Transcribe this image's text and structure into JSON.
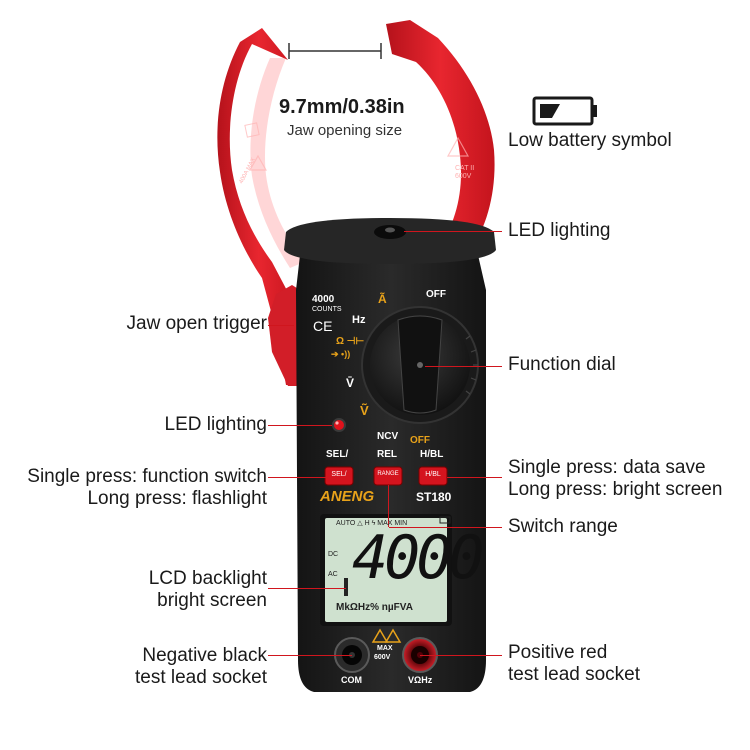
{
  "jaw": {
    "size": "9.7mm/0.38in",
    "caption": "Jaw opening size",
    "warn_right_line1": "CAT II",
    "warn_right_line2": "600V",
    "warn_left": "400A MAX"
  },
  "callouts": {
    "low_battery": "Low battery symbol",
    "led_top": "LED lighting",
    "jaw_trigger": "Jaw open trigger",
    "function_dial": "Function dial",
    "led_left": "LED lighting",
    "sel_line1": "Single press: function switch",
    "sel_line2": "Long press: flashlight",
    "hbl_line1": "Single press: data save",
    "hbl_line2": "Long press: bright screen",
    "switch_range": "Switch range",
    "lcd_line1": "LCD backlight",
    "lcd_line2": "bright screen",
    "neg_line1": "Negative black",
    "neg_line2": "test lead socket",
    "pos_line1": "Positive red",
    "pos_line2": "test lead socket"
  },
  "device": {
    "counts": "4000",
    "counts_label": "COUNTS",
    "ce": "CE",
    "dial_labels": {
      "off_top": "OFF",
      "amp": "Ã",
      "hz": "Hz",
      "ohm": "Ω ⊣⊢",
      "diode": "➔ •))",
      "dcv": "V̄",
      "acv": "Ṽ",
      "ncv": "NCV",
      "off_bottom": "OFF"
    },
    "btn_sel_label": "SEL/",
    "btn_rel_label": "REL",
    "btn_hbl_label": "H/BL",
    "btn_sel_text": "SEL/",
    "btn_rel_text": "RANGE",
    "btn_hbl_text": "H/BL",
    "brand": "ANENG",
    "model": "ST180",
    "lcd": {
      "top_row": "AUTO △ H ϟ MAX MIN",
      "reading": "4000",
      "dc": "DC",
      "ac": "AC",
      "units": "MkΩHz% nµFVA"
    },
    "com_label": "COM",
    "max_line1": "MAX",
    "max_line2": "600V",
    "vohz_label": "VΩHz"
  },
  "colors": {
    "jaw_red": "#e1232d",
    "body_black": "#1f1f1f",
    "accent_orange": "#e8a21a",
    "lcd_bg": "#cfe1cf",
    "callout_line": "#d0161e"
  }
}
